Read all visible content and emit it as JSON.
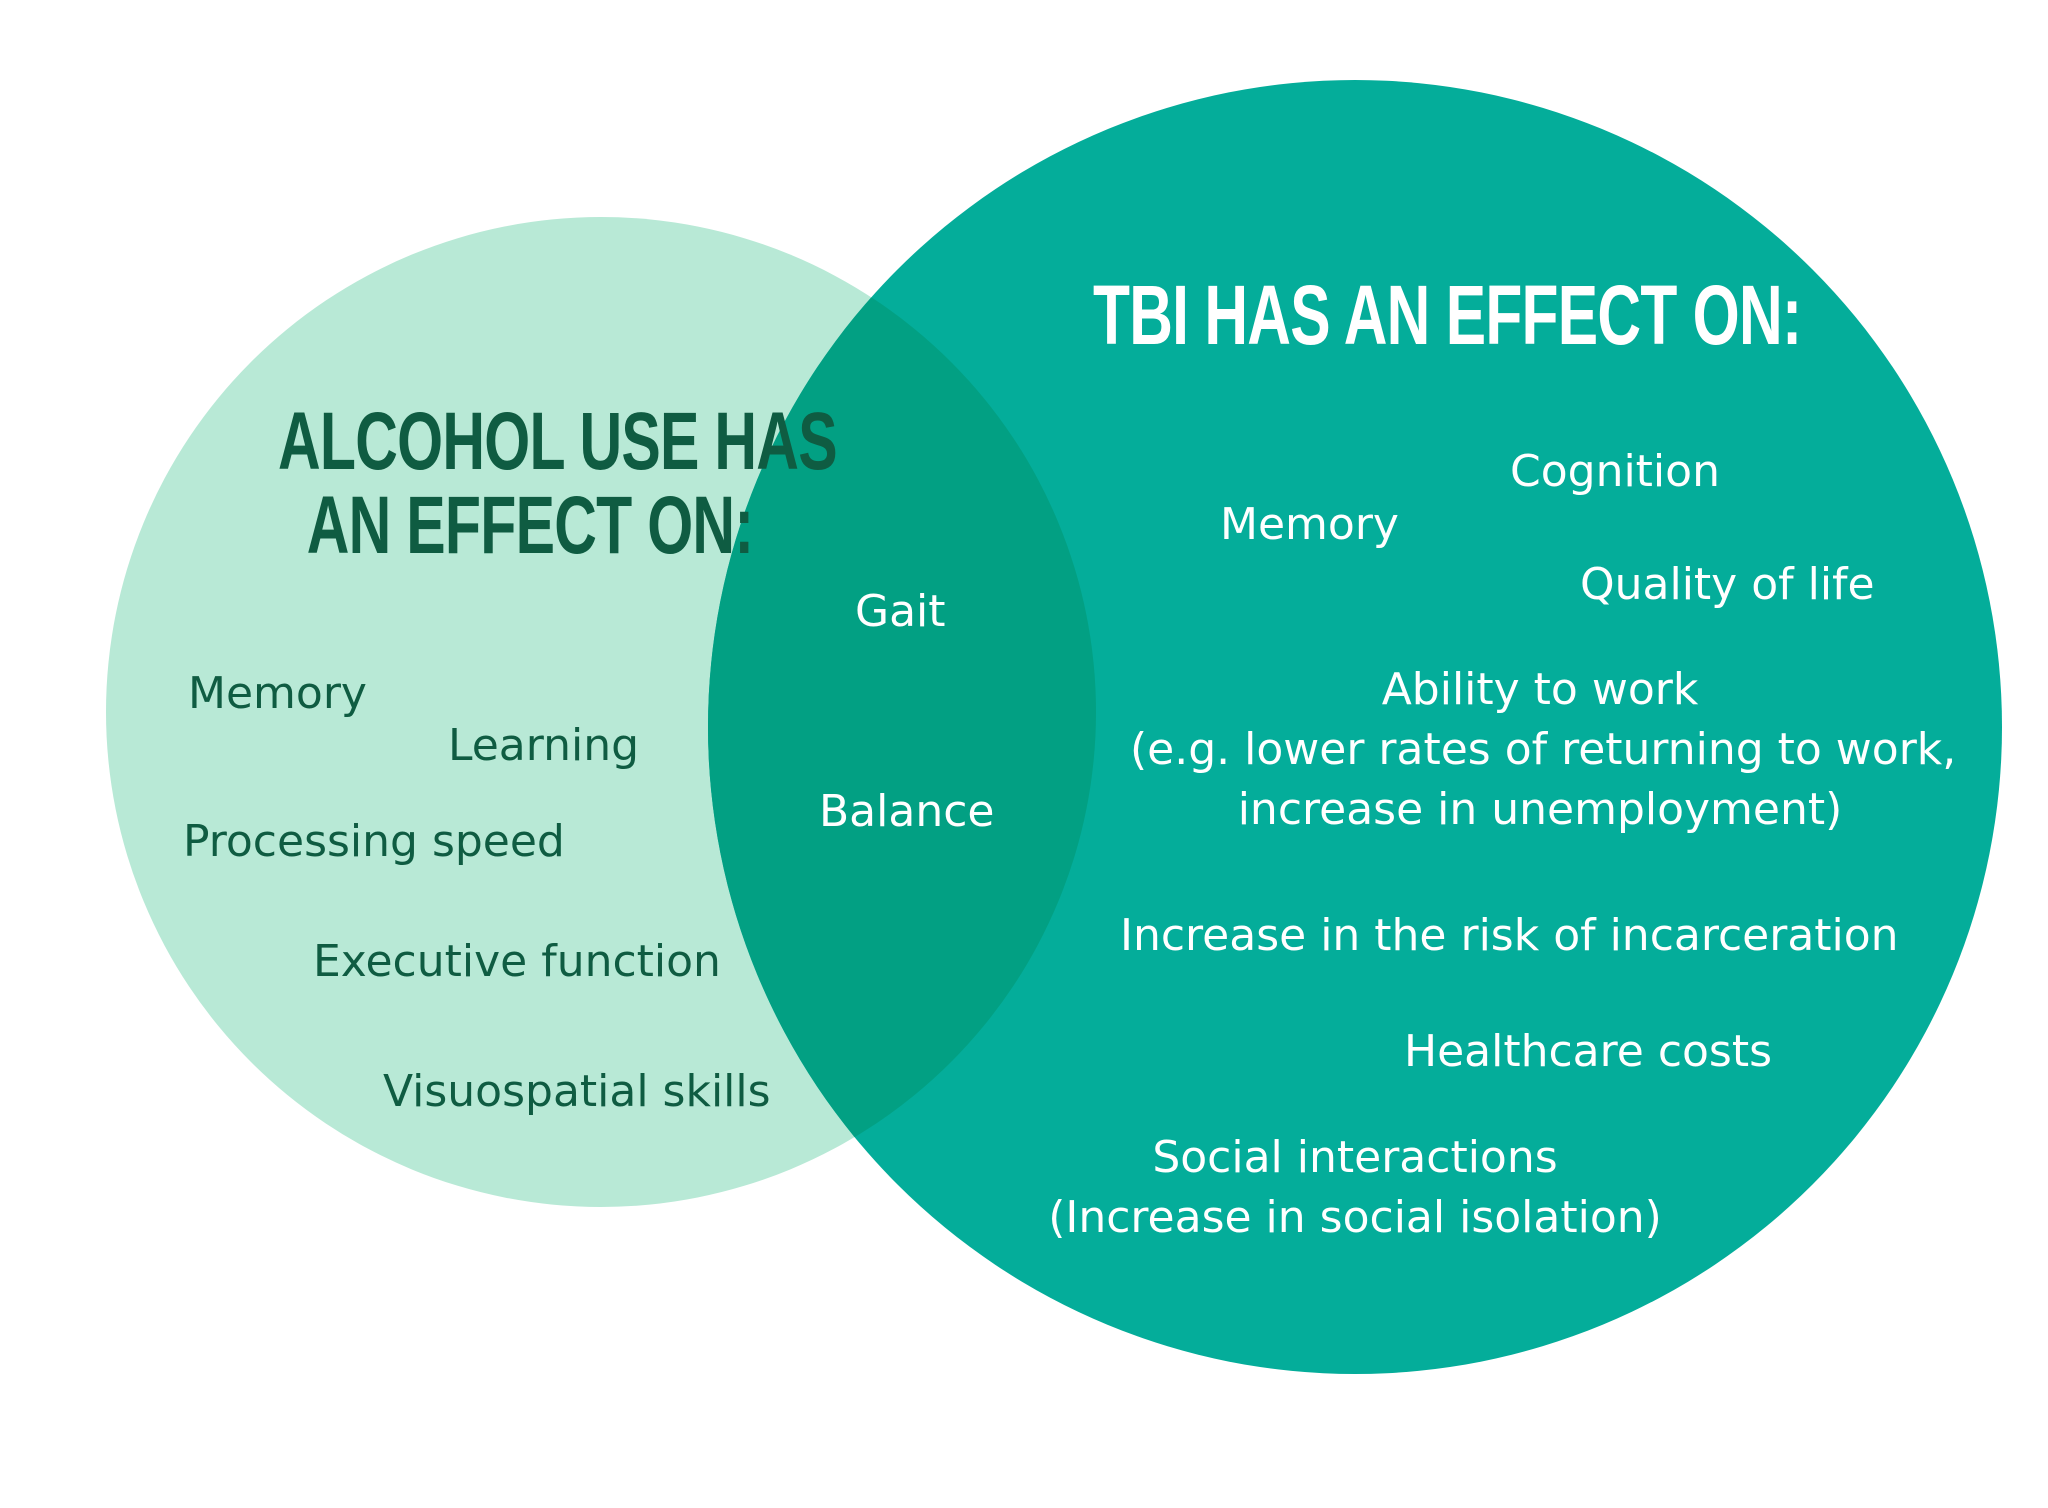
{
  "colors": {
    "background": "#ffffff",
    "alcohol_circle": "#b8e9d6",
    "tbi_circle": "#04ad9a",
    "overlap": "#02a083",
    "dark_text": "#0f5c42",
    "light_text": "#ffffff"
  },
  "alcohol": {
    "heading_line1": "ALCOHOL USE HAS",
    "heading_line2": "AN EFFECT ON:",
    "items": [
      "Memory",
      "Learning",
      "Processing speed",
      "Executive function",
      "Visuospatial skills"
    ]
  },
  "shared": {
    "items": [
      "Gait",
      "Balance"
    ]
  },
  "tbi": {
    "heading": "TBI HAS AN EFFECT ON:",
    "memory": "Memory",
    "cognition": "Cognition",
    "quality_of_life": "Quality of life",
    "ability_line1": "Ability to work",
    "ability_line2": "(e.g. lower rates of returning to work,",
    "ability_line3": "increase in unemployment)",
    "incarceration": "Increase in the risk of incarceration",
    "healthcare": "Healthcare costs",
    "social_line1": "Social interactions",
    "social_line2": "(Increase in social isolation)"
  }
}
